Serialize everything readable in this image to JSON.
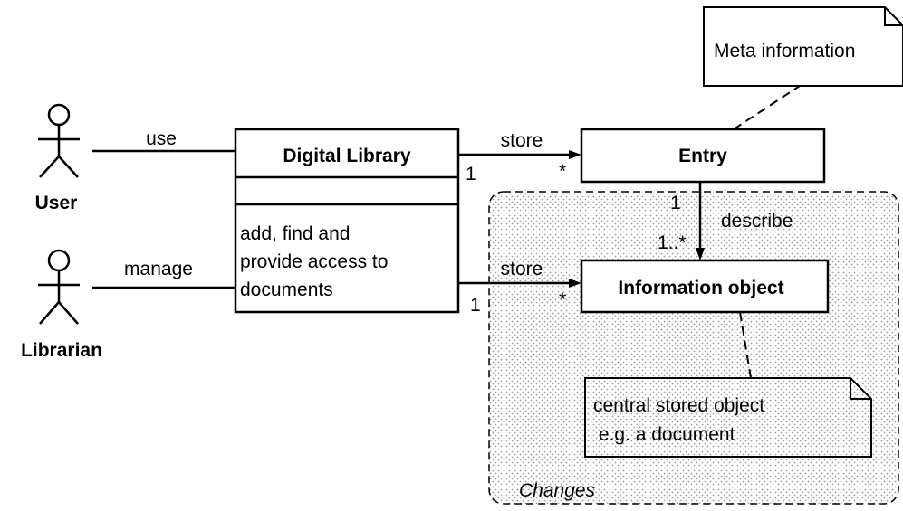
{
  "actors": {
    "user": {
      "name": "User",
      "icon": "stick-figure-icon"
    },
    "librarian": {
      "name": "Librarian",
      "icon": "stick-figure-icon"
    }
  },
  "classes": {
    "digital_library": {
      "name": "Digital Library",
      "operations": [
        "add, find and",
        "provide access to",
        "documents"
      ]
    },
    "entry": {
      "name": "Entry"
    },
    "information_object": {
      "name": "Information object"
    }
  },
  "associations": {
    "use": "use",
    "manage": "manage",
    "store_entry": {
      "label": "store",
      "source_mult": "1",
      "target_mult": "*"
    },
    "store_info": {
      "label": "store",
      "source_mult": "1",
      "target_mult": "*"
    },
    "describe": {
      "label": "describe",
      "source_mult": "1",
      "target_mult": "1..*"
    }
  },
  "notes": {
    "meta": "Meta information",
    "central": [
      "central stored object",
      " e.g. a document"
    ]
  },
  "region": {
    "label": "Changes"
  }
}
